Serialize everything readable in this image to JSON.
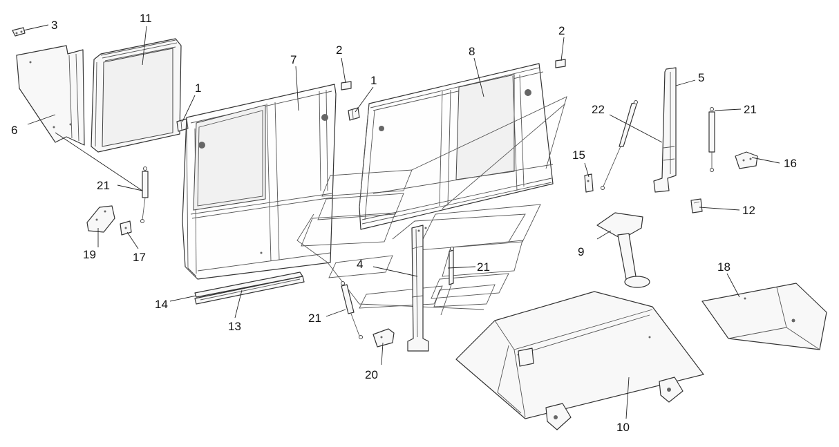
{
  "callouts": [
    {
      "id": "c1a",
      "text": "1"
    },
    {
      "id": "c1b",
      "text": "1"
    },
    {
      "id": "c2a",
      "text": "2"
    },
    {
      "id": "c2b",
      "text": "2"
    },
    {
      "id": "c3",
      "text": "3"
    },
    {
      "id": "c4",
      "text": "4"
    },
    {
      "id": "c5",
      "text": "5"
    },
    {
      "id": "c6",
      "text": "6"
    },
    {
      "id": "c7",
      "text": "7"
    },
    {
      "id": "c8",
      "text": "8"
    },
    {
      "id": "c9",
      "text": "9"
    },
    {
      "id": "c10",
      "text": "10"
    },
    {
      "id": "c11",
      "text": "11"
    },
    {
      "id": "c12",
      "text": "12"
    },
    {
      "id": "c13",
      "text": "13"
    },
    {
      "id": "c14",
      "text": "14"
    },
    {
      "id": "c15",
      "text": "15"
    },
    {
      "id": "c16",
      "text": "16"
    },
    {
      "id": "c17",
      "text": "17"
    },
    {
      "id": "c18",
      "text": "18"
    },
    {
      "id": "c19",
      "text": "19"
    },
    {
      "id": "c20",
      "text": "20"
    },
    {
      "id": "c21a",
      "text": "21"
    },
    {
      "id": "c21b",
      "text": "21"
    },
    {
      "id": "c21c",
      "text": "21"
    },
    {
      "id": "c21d",
      "text": "21"
    },
    {
      "id": "c22",
      "text": "22"
    }
  ],
  "colors": {
    "line": "#333333",
    "background": "#ffffff",
    "panel": "#f8f8f8"
  }
}
